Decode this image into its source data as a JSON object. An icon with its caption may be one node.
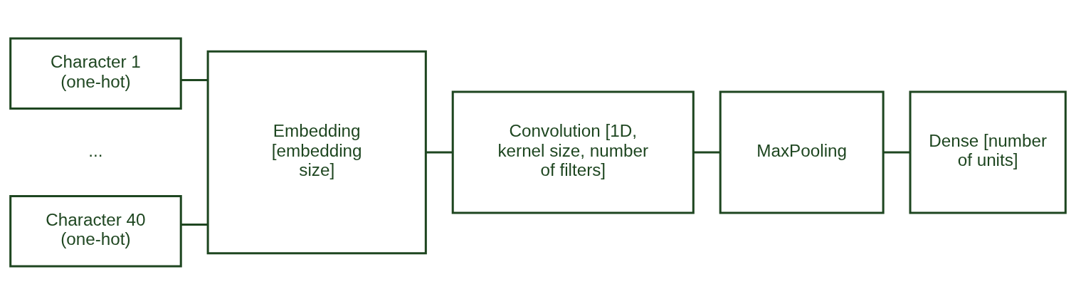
{
  "diagram": {
    "nodes": [
      {
        "text": [
          "Character 1 (one-hot)"
        ]
      },
      {
        "text": [
          "Character 40 (one-hot)"
        ]
      },
      {
        "text": [
          "Embedding [embedding size]"
        ]
      },
      {
        "text": [
          "Convolution [1D, kernel size, number of filters]"
        ]
      },
      {
        "text": [
          "MaxPooling"
        ]
      },
      {
        "text": [
          "Dense [number of units]"
        ]
      }
    ],
    "edges": [
      {
        "from": 0,
        "to": 2,
        "arrow": "none"
      },
      {
        "from": 1,
        "to": 2,
        "arrow": "none"
      },
      {
        "from": 2,
        "to": 3,
        "arrow": "none"
      },
      {
        "from": 3,
        "to": 4,
        "arrow": "none"
      },
      {
        "from": 4,
        "to": 5,
        "arrow": "none"
      }
    ],
    "labels": [
      "..."
    ]
  }
}
